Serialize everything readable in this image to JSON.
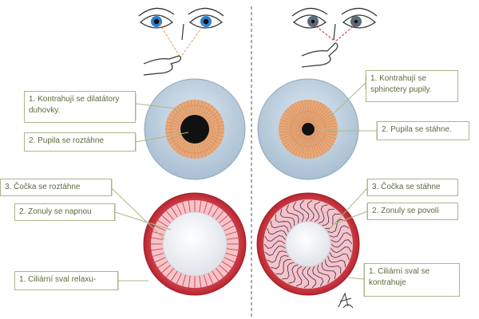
{
  "labels": {
    "dilators_contract": "1. Kontrahují se dilatátory duhovky.",
    "pupil_dilates": "2. Pupila se roztáhne",
    "lens_expands": "3. Čočka se roztáhne",
    "zonules_tighten": "2. Zonuly se napnou",
    "ciliary_relaxes": "1. Ciliární sval relaxu-",
    "sphincters_contract": "1.  Kontrahují se sphinctery pupily.",
    "pupil_contracts": "2. Pupila se stáhne.",
    "lens_contracts": "3. Čočka se stáhne",
    "zonules_loosen": "2. Zonuly se povolí",
    "ciliary_contracts": "1. Ciliární sval se kontrahuje"
  },
  "colors": {
    "label_border": "#a9b888",
    "label_text": "#5a6b3c",
    "sclera": "#c8d8e6",
    "iris": "#e8a878",
    "pupil": "#111111",
    "ciliary_ring": "#d8414f",
    "zonule_band": "#f4b8be",
    "lens": "#f2f4f8",
    "divider": "#555555",
    "iris_eye": "#2d7fd0"
  },
  "icons": [
    "eye-icon",
    "hand-pointing-icon",
    "signature-mark"
  ]
}
